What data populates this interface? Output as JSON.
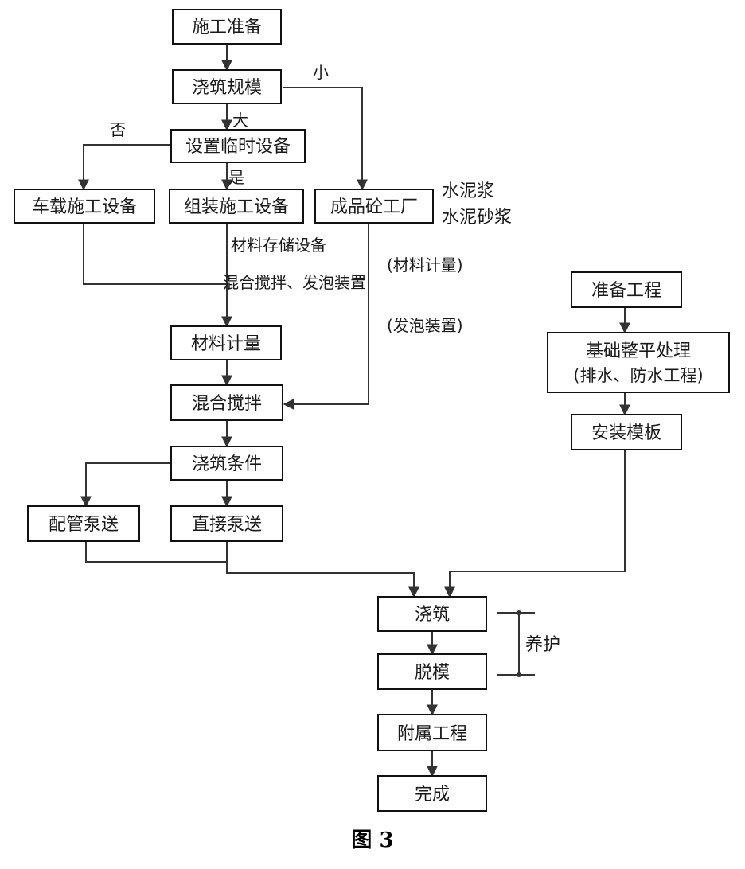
{
  "nodes": {
    "construction_prep": "施工准备",
    "pour_scale": "浇筑规模",
    "temp_equipment": "设置临时设备",
    "vehicle_equipment": "车载施工设备",
    "assembled_equipment": "组装施工设备",
    "concrete_plant": "成品砼工厂",
    "material_metering": "材料计量",
    "mixing": "混合搅拌",
    "pour_conditions": "浇筑条件",
    "pipe_pumping": "配管泵送",
    "direct_pumping": "直接泵送",
    "prep_works": "准备工程",
    "foundation_line1": "基础整平处理",
    "foundation_line2": "(排水、防水工程)",
    "formwork": "安装模板",
    "pouring": "浇筑",
    "demolding": "脱模",
    "ancillary": "附属工程",
    "completion": "完成"
  },
  "labels": {
    "small": "小",
    "large": "大",
    "no": "否",
    "yes": "是",
    "cement_paste": "水泥浆",
    "cement_mortar": "水泥砂浆",
    "storage_equipment": "材料存储设备",
    "mixing_foaming": "混合搅拌、发泡装置",
    "metering_note": "(材料计量)",
    "foaming_note": "(发泡装置)",
    "curing": "养护"
  },
  "caption": "图 3",
  "colors": {
    "line": "#333333",
    "box_border": "#111111",
    "text": "#1a1a1a"
  }
}
